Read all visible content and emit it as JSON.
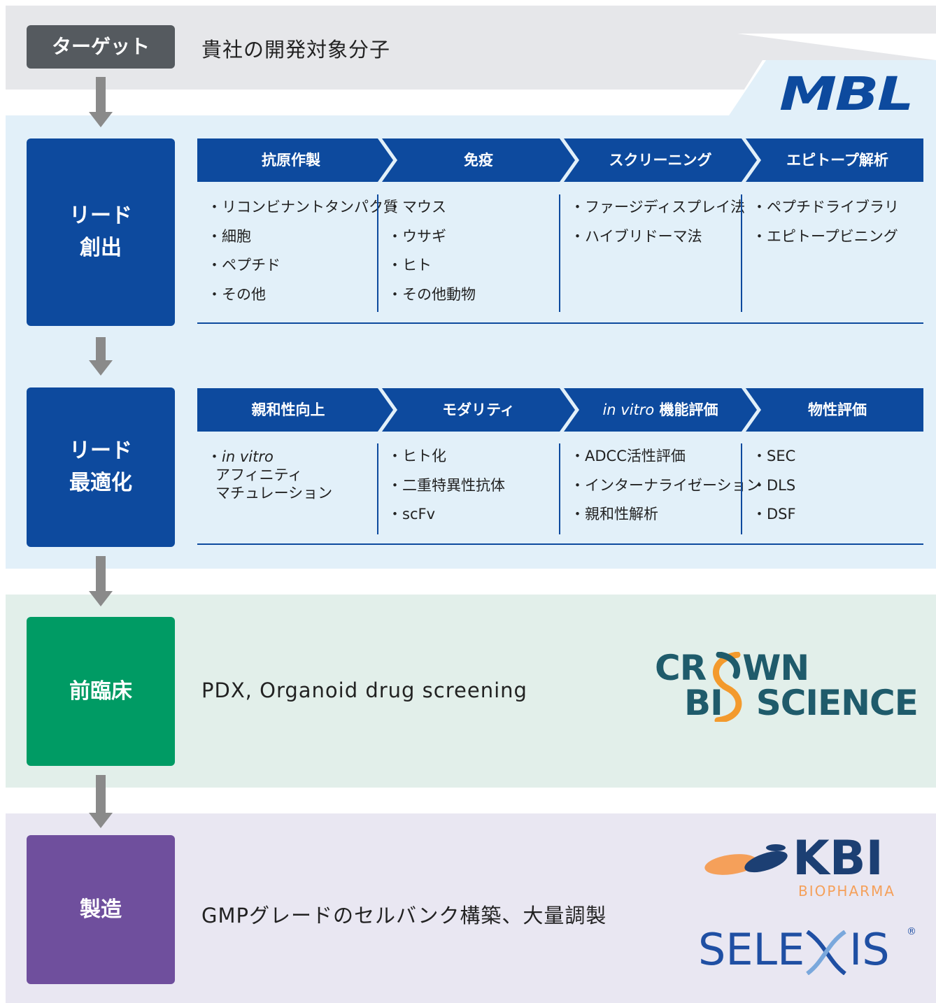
{
  "target": {
    "stage": "ターゲット",
    "text": "貴社の開発対象分子"
  },
  "lead": {
    "stage": "リード\n創出",
    "headers": [
      "抗原作製",
      "免疫",
      "スクリーニング",
      "エピトープ解析"
    ],
    "columns": [
      [
        "・リコンビナントタンパク質",
        "・細胞",
        "・ペプチド",
        "・その他"
      ],
      [
        "・マウス",
        "・ウサギ",
        "・ヒト",
        "・その他動物"
      ],
      [
        "・ファージディスプレイ法",
        "・ハイブリドーマ法"
      ],
      [
        "・ペプチドライブラリ",
        "・エピトープビニング"
      ]
    ]
  },
  "optimization": {
    "stage": "リード\n最適化",
    "headers": [
      "親和性向上",
      "モダリティ",
      "in vitro",
      "機能評価",
      "物性評価"
    ],
    "col1": {
      "bullet": "・",
      "italic": "in vitro",
      "line2": "アフィニティ",
      "line3": "マチュレーション"
    },
    "columns": [
      [
        "・ヒト化",
        "・二重特異性抗体",
        "・scFv"
      ],
      [
        "・ADCC活性評価",
        "・インターナライゼーション",
        "・親和性解析"
      ],
      [
        "・SEC",
        "・DLS",
        "・DSF"
      ]
    ]
  },
  "preclinical": {
    "stage": "前臨床",
    "text": "PDX, Organoid drug screening"
  },
  "manufacturing": {
    "stage": "製造",
    "text": "GMPグレードのセルバンク構築、大量調製"
  },
  "logos": {
    "mbl": "MBL",
    "crown_line1_a": "CR",
    "crown_line1_b": "WN",
    "crown_line2_a": "BI",
    "crown_line2_b": "SCIENCE",
    "kbi": "KBI",
    "kbi_sub": "BIOPHARMA",
    "selexis": "SELE",
    "selexis_b": "IS",
    "registered": "®"
  },
  "colors": {
    "blue": "#0d4a9e",
    "green": "#009b64",
    "purple": "#6f4f9d",
    "gray": "#555a5f",
    "crown_teal": "#1f5b6b",
    "crown_orange": "#f39a2d",
    "kbi_navy": "#1c3f73",
    "kbi_orange": "#f5a05a"
  }
}
